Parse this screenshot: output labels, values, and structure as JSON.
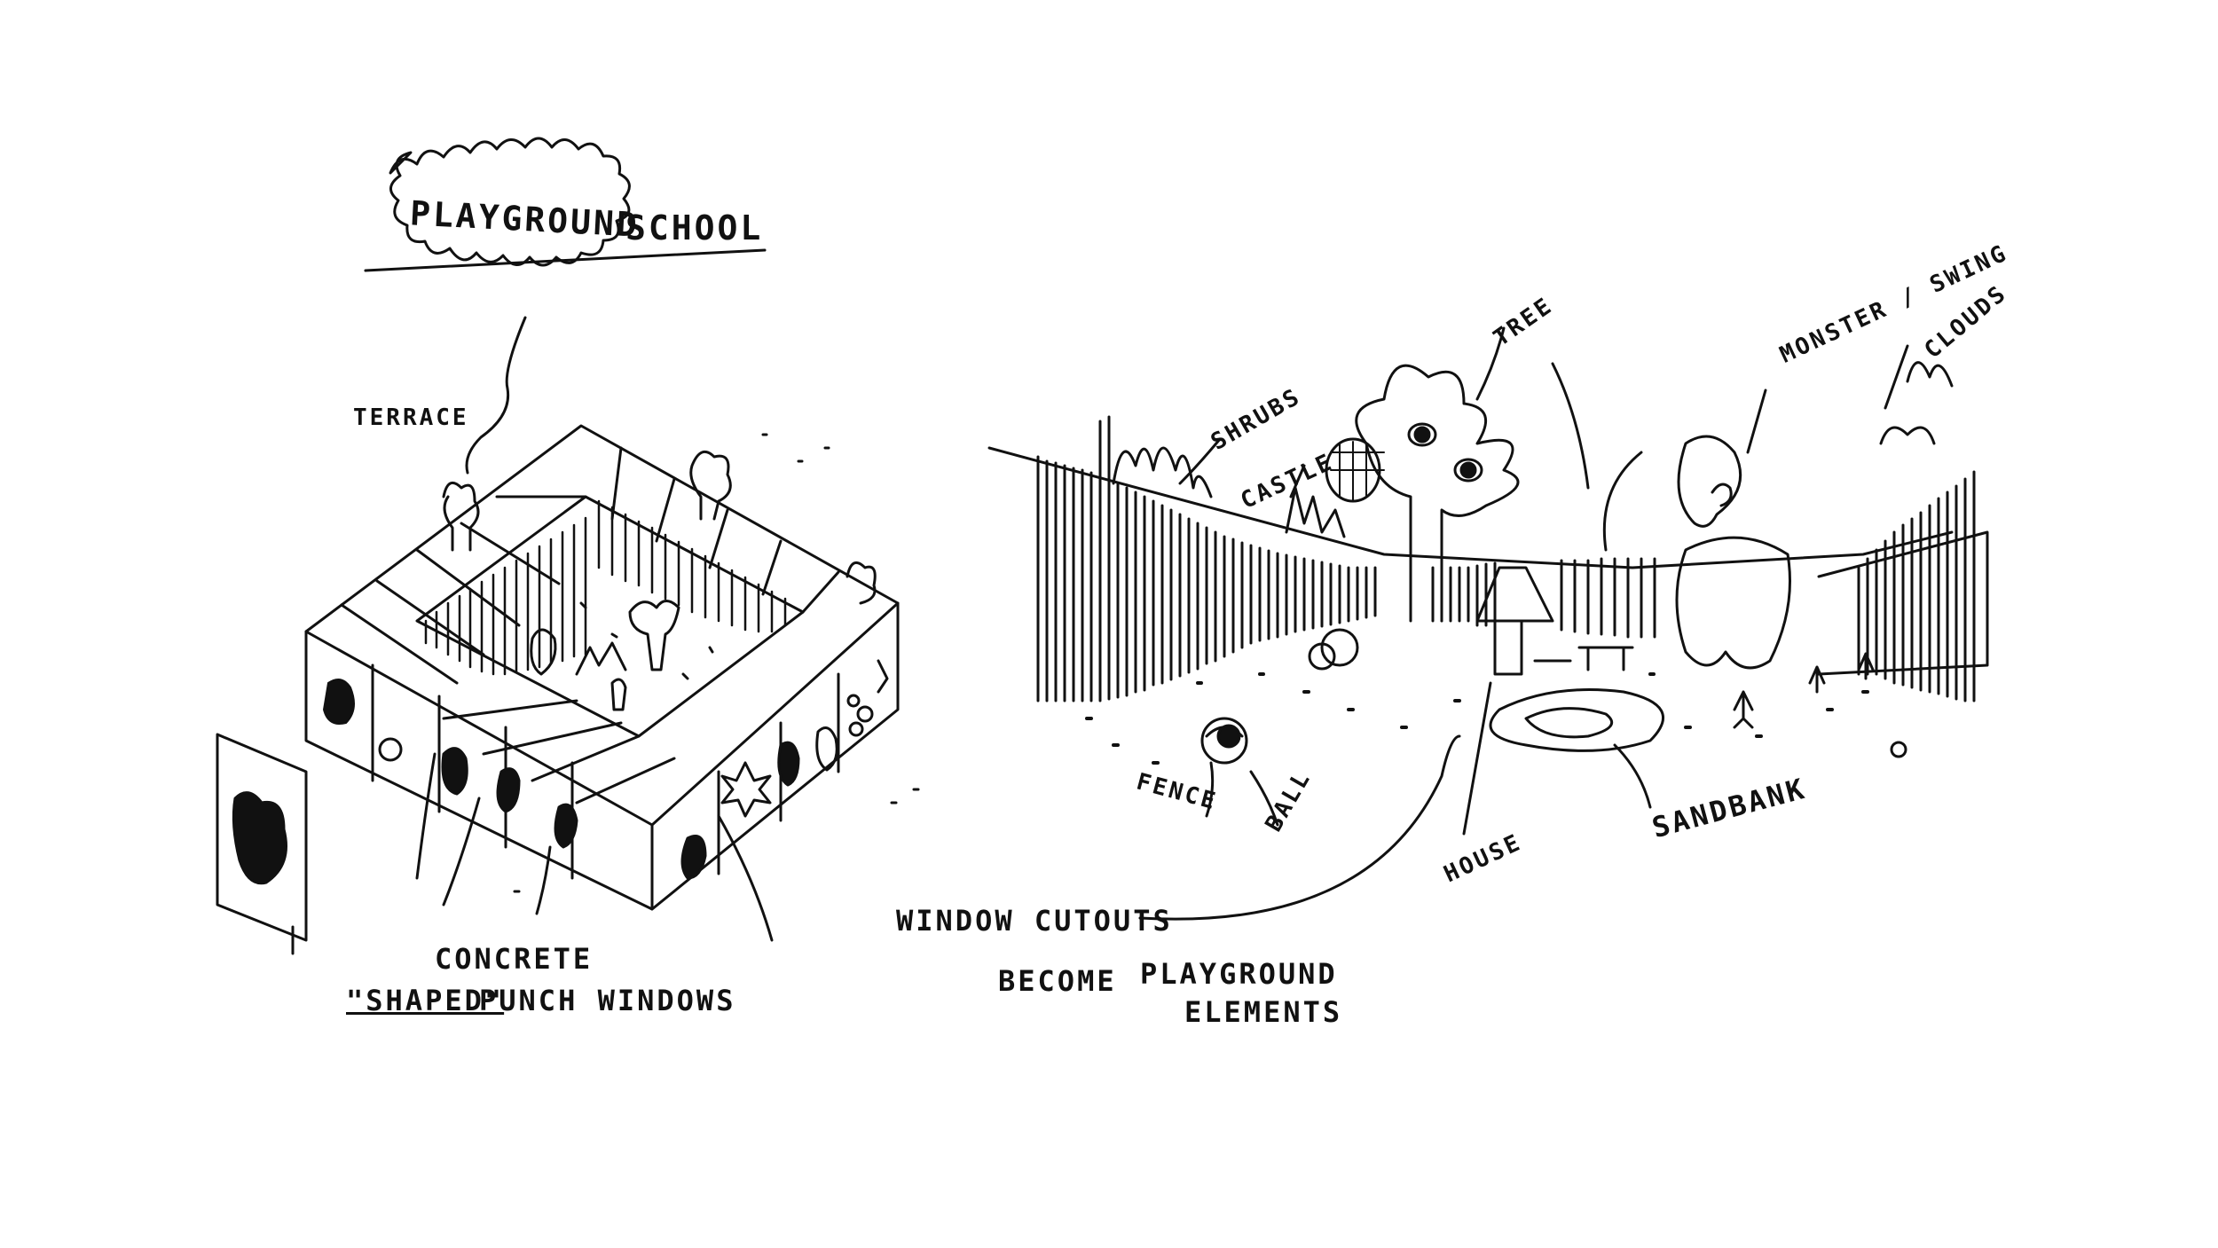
{
  "title": {
    "main": "PLAYGROUND",
    "secondary": "SCHOOL"
  },
  "left_sketch": {
    "labels": {
      "terrace": "TERRACE",
      "concrete": "CONCRETE",
      "shaped": "\"SHAPED\"",
      "punch_windows": "PUNCH WINDOWS"
    }
  },
  "right_sketch": {
    "labels": {
      "shrubs": "SHRUBS",
      "castle": "CASTLE",
      "tree": "TREE",
      "monster_swing": "MONSTER / SWING",
      "clouds": "CLOUDS",
      "fence": "FENCE",
      "ball": "BALL",
      "house": "HOUSE",
      "sandbank": "SANDBANK"
    }
  },
  "caption": {
    "line1": "WINDOW CUTOUTS",
    "line2a": "BECOME",
    "line2b": "PLAYGROUND",
    "line3": "ELEMENTS"
  },
  "colors": {
    "ink": "#111111",
    "paper": "#ffffff"
  }
}
